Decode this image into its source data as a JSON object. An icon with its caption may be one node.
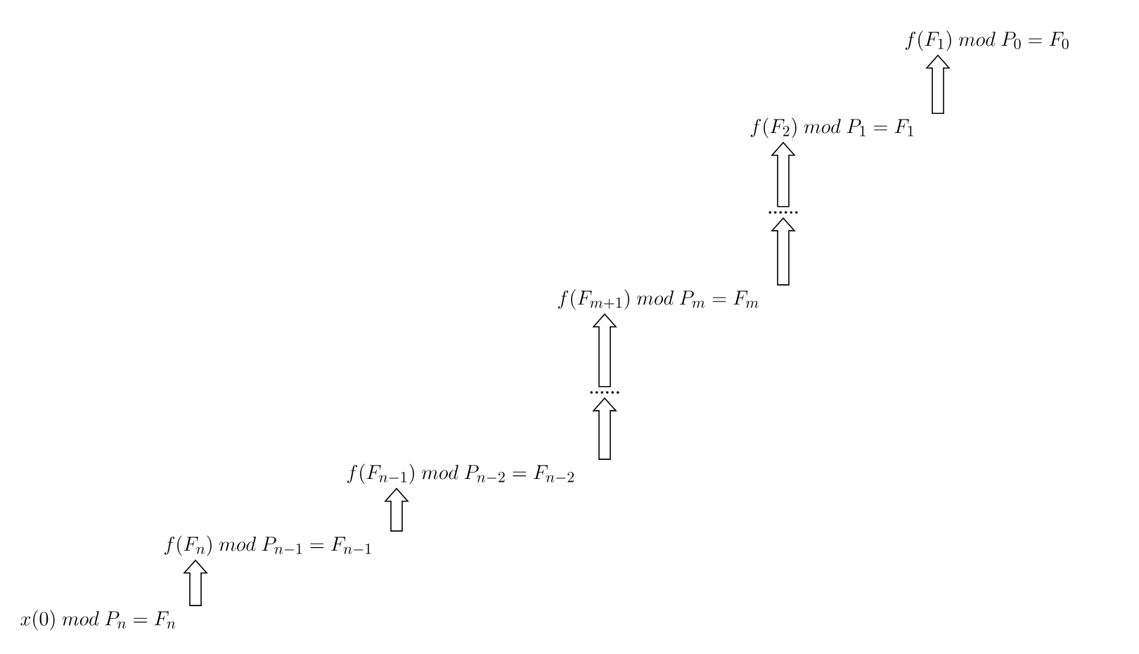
{
  "diagram": {
    "nodes": [
      {
        "text": [
          "f(F_{1})\\ mod\\ P_{0} = F_{0}"
        ]
      },
      {
        "text": [
          "f(F_{2})\\ mod\\ P_{1} = F_{1}"
        ]
      },
      {
        "text": [
          "......"
        ]
      },
      {
        "text": [
          "f(F_{m+1})\\ mod\\ P_{m} = F_{m}"
        ]
      },
      {
        "text": [
          "......"
        ]
      },
      {
        "text": [
          "f(F_{n-1})\\ mod\\ P_{n-2} = F_{n-2}"
        ]
      },
      {
        "text": [
          "f(F_{n})\\ mod\\ P_{n-1} = F_{n-1}"
        ]
      },
      {
        "text": [
          "x(0)\\ mod\\ P_{n} = F_{n}"
        ]
      }
    ],
    "edges": [
      {
        "from": 7,
        "to": 6,
        "arrow": "to"
      },
      {
        "from": 6,
        "to": 5,
        "arrow": "to"
      },
      {
        "from": 5,
        "to": 4,
        "arrow": "to"
      },
      {
        "from": 4,
        "to": 3,
        "arrow": "to"
      },
      {
        "from": 3,
        "to": 2,
        "arrow": "to"
      },
      {
        "from": 2,
        "to": 1,
        "arrow": "to"
      },
      {
        "from": 1,
        "to": 0,
        "arrow": "to"
      }
    ]
  }
}
